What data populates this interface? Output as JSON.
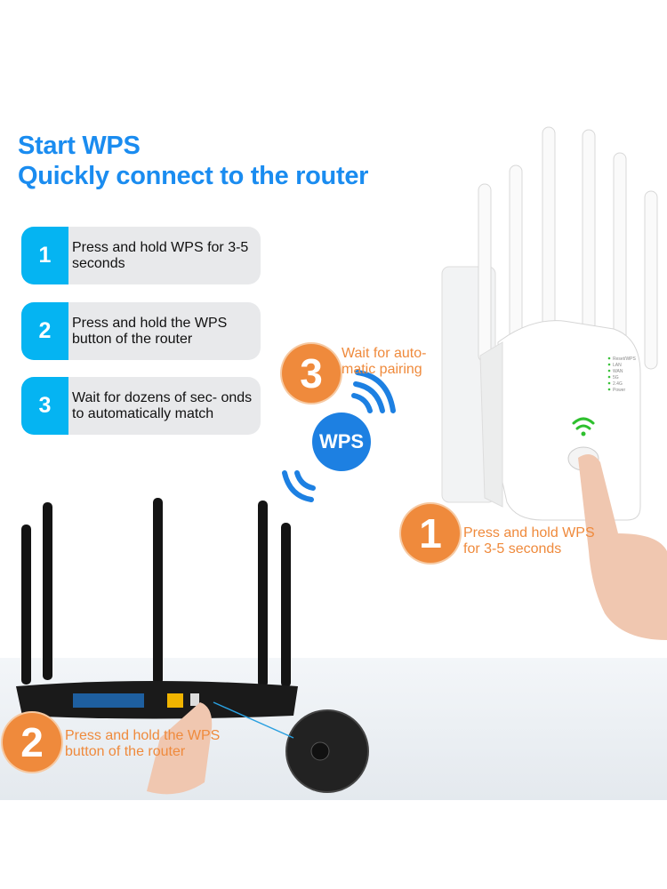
{
  "title": {
    "line1": "Start WPS",
    "line2": "Quickly connect to the router"
  },
  "steps": [
    {
      "num": "1",
      "text": "Press and hold WPS for 3-5 seconds"
    },
    {
      "num": "2",
      "text": "Press and hold the WPS button of the router"
    },
    {
      "num": "3",
      "text": "Wait for dozens of sec- onds to automatically match"
    }
  ],
  "callouts": [
    {
      "num": "3",
      "line1": "Wait for auto-",
      "line2": "matic pairing"
    },
    {
      "num": "1",
      "line1": "Press and hold WPS",
      "line2": "for 3-5 seconds"
    },
    {
      "num": "2",
      "line1": "Press and hold the WPS",
      "line2": "button of the router"
    }
  ],
  "wps_badge": "WPS",
  "extender_leds": [
    "Reset/WPS",
    "LAN",
    "WAN",
    "5G",
    "2.4G",
    "Power"
  ],
  "colors": {
    "title_blue": "#1a8cf0",
    "step_blue": "#05b4f2",
    "orange": "#ef8a3c",
    "wps_blue": "#1d80e2",
    "led_green": "#3cc23c"
  }
}
